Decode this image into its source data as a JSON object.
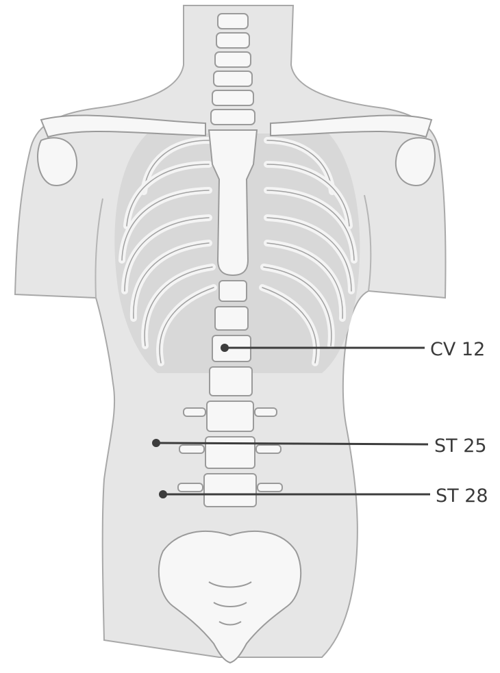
{
  "colors": {
    "skin": "#e6e6e6",
    "skin_outline": "#a8a8a8",
    "bone": "#f7f7f7",
    "bone_outline": "#9a9a9a",
    "rib_shadow": "#c9c9c9",
    "leader_line": "#3c3c3c",
    "label_text": "#3a3a3a"
  },
  "acupoints": [
    {
      "id": "cv12",
      "label": "CV 12"
    },
    {
      "id": "st25",
      "label": "ST 25"
    },
    {
      "id": "st28",
      "label": "ST 28"
    }
  ]
}
